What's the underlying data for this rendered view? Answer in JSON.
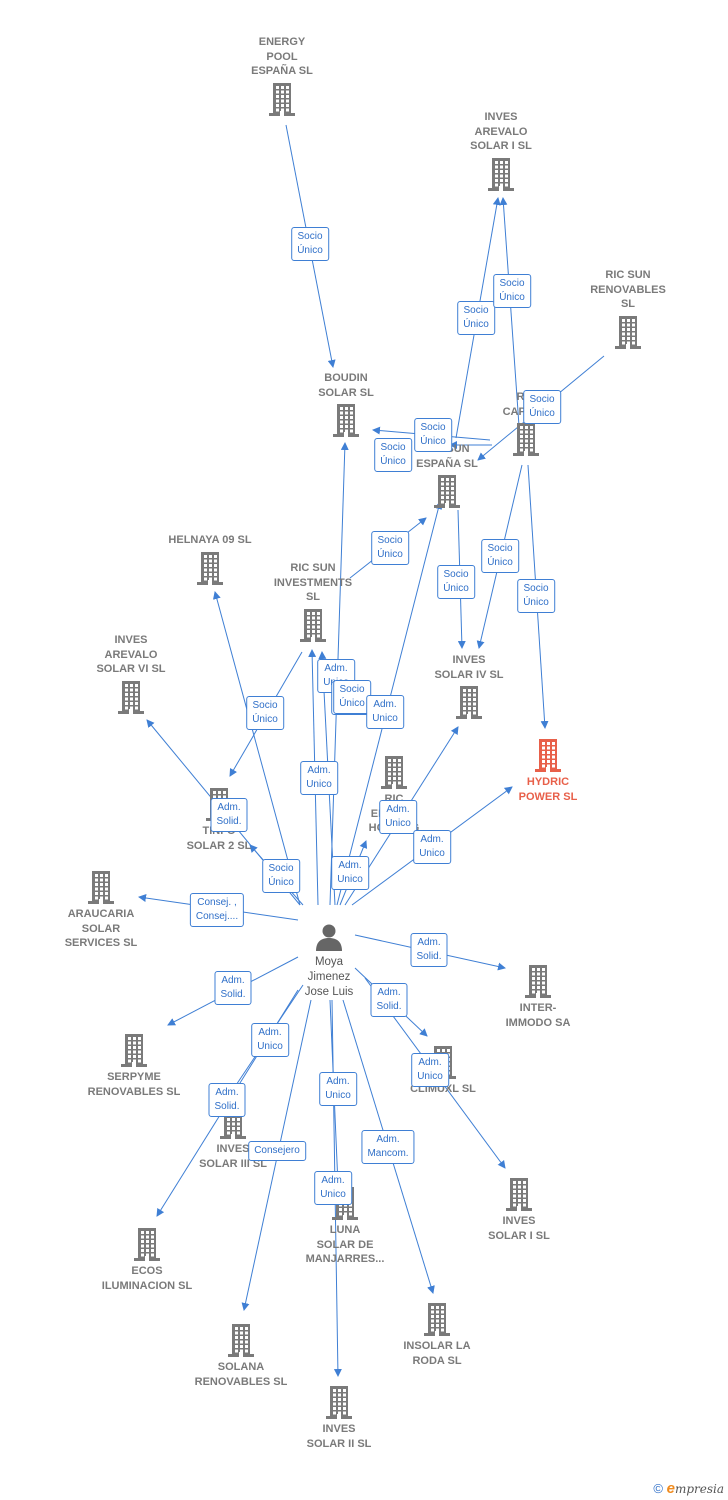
{
  "colors": {
    "accent": "#3f7fd4",
    "node": "#7a7a7a",
    "main": "#e8604a"
  },
  "person": {
    "label": "Moya\nJimenez\nJose Luis"
  },
  "companies": [
    {
      "id": "energy_pool",
      "label": "ENERGY\nPOOL\nESPAÑA  SL"
    },
    {
      "id": "inves_arevalo_i",
      "label": "INVES\nAREVALO\nSOLAR I  SL"
    },
    {
      "id": "ric_sun_renovables",
      "label": "RIC SUN\nRENOVABLES\nSL"
    },
    {
      "id": "boudin",
      "label": "BOUDIN\nSOLAR SL"
    },
    {
      "id": "ric_capital",
      "label": "RIC\nCAPITAL"
    },
    {
      "id": "ric_sun_espana",
      "label": "RIC SUN\nESPAÑA  SL"
    },
    {
      "id": "helnaya",
      "label": "HELNAYA 09 SL"
    },
    {
      "id": "ric_sun_investments",
      "label": "RIC SUN\nINVESTMENTS\nSL"
    },
    {
      "id": "inves_arevalo_vi",
      "label": "INVES\nAREVALO\nSOLAR VI SL"
    },
    {
      "id": "inves_iv",
      "label": "INVES\nSOLAR IV SL"
    },
    {
      "id": "hydric",
      "label": "HYDRIC\nPOWER  SL"
    },
    {
      "id": "holding",
      "label": "RIC\nENERGY\nHOLDING"
    },
    {
      "id": "tinfo",
      "label": "TINFO\nSOLAR 2 SL"
    },
    {
      "id": "araucaria",
      "label": "ARAUCARIA\nSOLAR\nSERVICES SL"
    },
    {
      "id": "inter",
      "label": "INTER-\nIMMODO SA"
    },
    {
      "id": "serpyme",
      "label": "SERPYME\nRENOVABLES SL"
    },
    {
      "id": "climuxl",
      "label": "CLIMUXL SL"
    },
    {
      "id": "inves_iii",
      "label": "INVES\nSOLAR III SL"
    },
    {
      "id": "inves_i",
      "label": "INVES\nSOLAR I SL"
    },
    {
      "id": "luna",
      "label": "LUNA\nSOLAR DE\nMANJARRES..."
    },
    {
      "id": "ecos",
      "label": "ECOS\nILUMINACION SL"
    },
    {
      "id": "insolar",
      "label": "INSOLAR LA\nRODA  SL"
    },
    {
      "id": "solana",
      "label": "SOLANA\nRENOVABLES SL"
    },
    {
      "id": "inves_ii",
      "label": "INVES\nSOLAR II SL"
    }
  ],
  "relations": [
    {
      "label": "Socio\nÚnico"
    },
    {
      "label": "Socio\nÚnico"
    },
    {
      "label": "Socio\nÚnico"
    },
    {
      "label": "Socio\nÚnico"
    },
    {
      "label": "Socio\nÚnico"
    },
    {
      "label": "Socio\nÚnico"
    },
    {
      "label": "Socio\nÚnico"
    },
    {
      "label": "Socio\nÚnico"
    },
    {
      "label": "Socio\nÚnico"
    },
    {
      "label": "Socio\nÚnico"
    },
    {
      "label": "Adm.\nUnico"
    },
    {
      "label": "Socio\nÚnico"
    },
    {
      "label": "Adm.\nUnico"
    },
    {
      "label": "Socio\nÚnico"
    },
    {
      "label": "Adm.\nUnico"
    },
    {
      "label": "Adm.\nUnico"
    },
    {
      "label": "Adm.\nSolid."
    },
    {
      "label": "Adm.\nUnico"
    },
    {
      "label": "Adm.\nUnico"
    },
    {
      "label": "Socio\nÚnico"
    },
    {
      "label": "Adm.\nUnico"
    },
    {
      "label": "Consej. ,\nConsej...."
    },
    {
      "label": "Adm.\nSolid."
    },
    {
      "label": "Adm.\nSolid."
    },
    {
      "label": "Adm.\nSolid."
    },
    {
      "label": "Adm.\nUnico"
    },
    {
      "label": "Adm.\nUnico"
    },
    {
      "label": "Adm.\nSolid."
    },
    {
      "label": "Consejero"
    },
    {
      "label": "Adm.\nUnico"
    },
    {
      "label": "Adm.\nMancom."
    },
    {
      "label": "Adm.\nUnico"
    }
  ],
  "footer": {
    "copyright": "©",
    "brand_e": "e",
    "brand_rest": "mpresia"
  }
}
